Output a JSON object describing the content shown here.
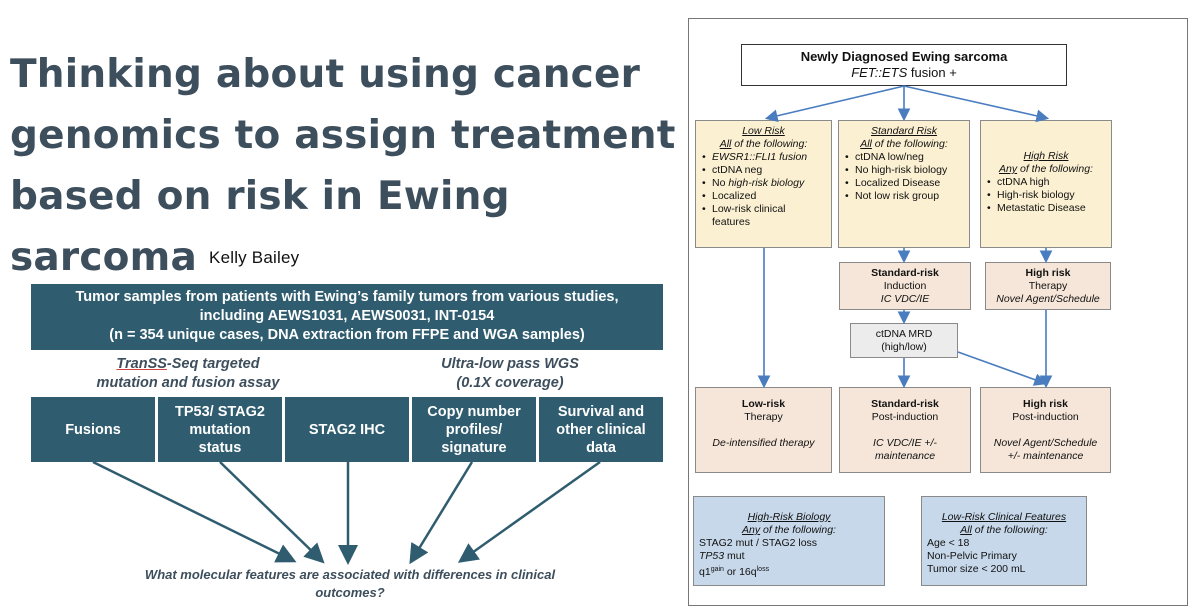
{
  "title": {
    "line1": "Thinking about using cancer",
    "line2": "genomics to assign treatment",
    "line3": "based on risk in Ewing",
    "line4": "sarcoma",
    "author": "Kelly Bailey"
  },
  "tumor_box": {
    "line1": "Tumor samples from patients with Ewing’s family tumors from various studies,",
    "line2": "including AEWS1031, AEWS0031, INT-0154",
    "line3": "(n = 354 unique cases, DNA extraction from FFPE and WGA samples)"
  },
  "assays": {
    "transs_prefix": "TranSS",
    "transs_rest": "-Seq targeted",
    "transs_line2": "mutation and fusion assay",
    "wgs_line1": "Ultra-low pass WGS",
    "wgs_line2": "(0.1X coverage)"
  },
  "features": [
    {
      "line1": "Fusions"
    },
    {
      "line1": "TP53/ STAG2",
      "line2": "mutation",
      "line3": "status"
    },
    {
      "line1": "STAG2 IHC"
    },
    {
      "line1": "Copy number",
      "line2": "profiles/",
      "line3": "signature"
    },
    {
      "line1": "Survival and",
      "line2": "other clinical",
      "line3": "data"
    }
  ],
  "question": {
    "line1": "What molecular features are associated with differences in clinical",
    "line2": "outcomes?"
  },
  "flow": {
    "top": {
      "title": "Newly Diagnosed Ewing sarcoma",
      "subtitle_italic": "FET::ETS",
      "subtitle_rest": " fusion +"
    },
    "low_risk": {
      "heading": "Low Risk",
      "all_of": "All",
      "of_following": " of the following:",
      "items": [
        "EWSR1::FLI1 fusion",
        "ctDNA neg",
        "No high-risk biology",
        "Localized",
        "Low-risk clinical features"
      ],
      "italic_prefix": "No ",
      "italic_word": "high-risk biology"
    },
    "standard_risk": {
      "heading": "Standard Risk",
      "all_of": "All",
      "of_following": " of the following:",
      "items": [
        "ctDNA low/neg",
        "No high-risk biology",
        "Localized Disease",
        "Not low risk group"
      ]
    },
    "high_risk": {
      "heading": "High Risk",
      "any_of": "Any",
      "of_following": " of the following:",
      "items": [
        "ctDNA high",
        "High-risk biology",
        "Metastatic Disease"
      ]
    },
    "std_induction": {
      "title": "Standard-risk",
      "line2": "Induction",
      "line3": "IC VDC/IE"
    },
    "high_therapy": {
      "title": "High risk",
      "line2": "Therapy",
      "line3": "Novel Agent/Schedule"
    },
    "ctdna_mrd": {
      "line1": "ctDNA MRD",
      "line2": "(high/low)"
    },
    "low_therapy": {
      "title": "Low-risk",
      "line2": "Therapy",
      "line3": "De-intensified therapy"
    },
    "std_post": {
      "title": "Standard-risk",
      "line2": "Post-induction",
      "line3": "IC VDC/IE +/-",
      "line4": "maintenance"
    },
    "high_post": {
      "title": "High risk",
      "line2": "Post-induction",
      "line3": "Novel Agent/Schedule",
      "line4": "+/- maintenance"
    },
    "hr_biology": {
      "heading": "High-Risk Biology",
      "any_of": "Any",
      "of_following": " of the following:",
      "item1": "STAG2 mut / STAG2 loss",
      "item2_italic": "TP53",
      "item2_rest": " mut",
      "item3_a": "q1",
      "item3_sup1": "gain",
      "item3_b": " or 16q",
      "item3_sup2": "loss"
    },
    "lr_clinical": {
      "heading": "Low-Risk Clinical Features",
      "all_of": "All",
      "of_following": " of the following:",
      "items": [
        "Age < 18",
        "Non-Pelvic Primary",
        "Tumor size < 200 mL"
      ]
    }
  },
  "colors": {
    "teal": "#2f5d6f",
    "title_slate": "#3d4e5c",
    "arrow_blue": "#4a7cc0",
    "yellow_box": "#fbf0d2",
    "peach_box": "#f6e6d9",
    "blue_box": "#c7d8ea"
  }
}
